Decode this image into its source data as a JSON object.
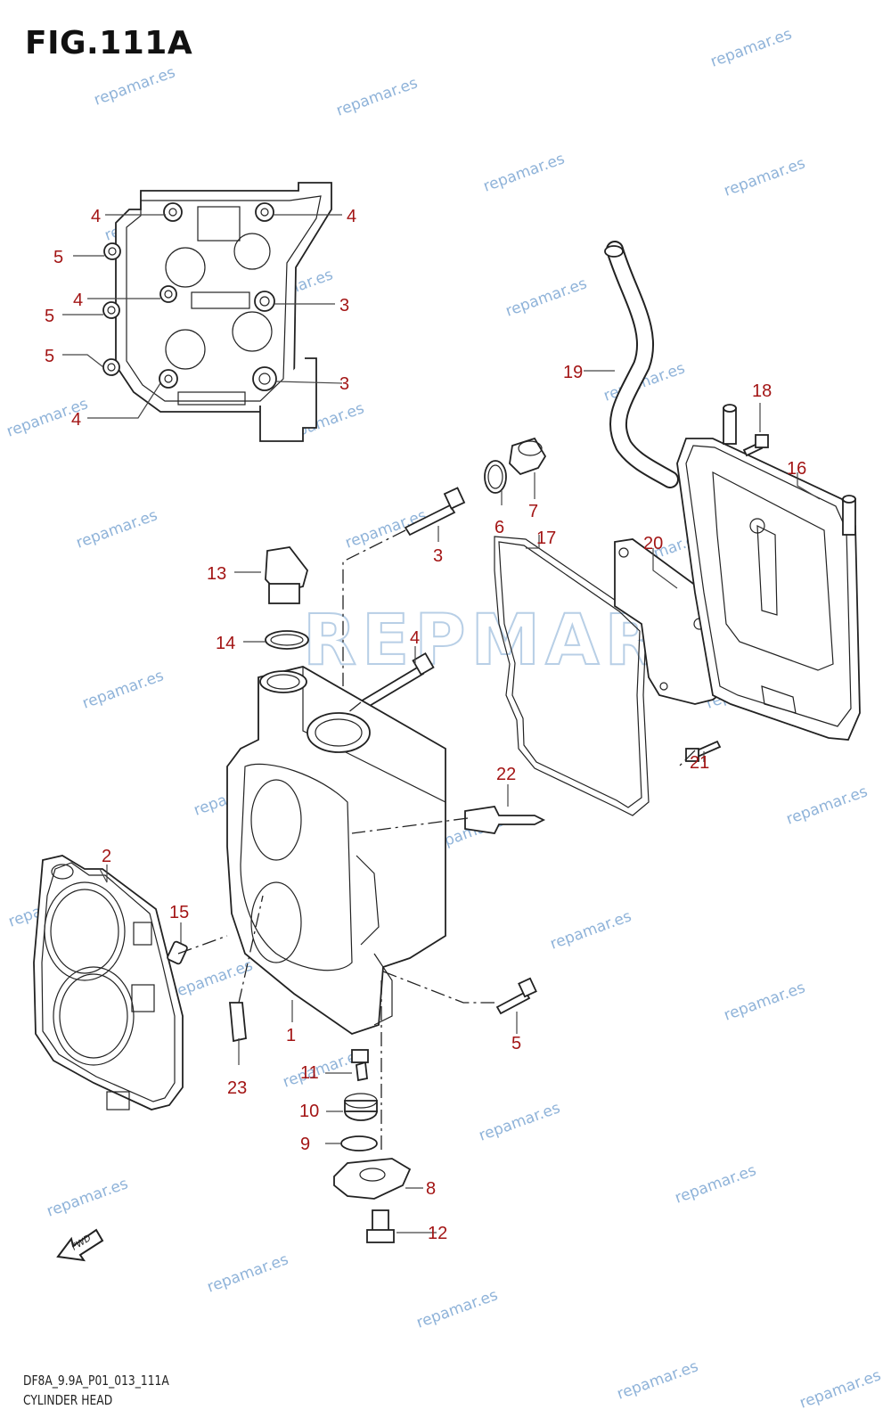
{
  "figure": {
    "title": "FIG.111A"
  },
  "footer": {
    "code": "DF8A_9.9A_P01_013_111A",
    "name": "CYLINDER HEAD"
  },
  "watermark": {
    "text": "repamar.es",
    "logo": "REPMAR"
  },
  "direction_badge": "FWD",
  "callouts": {
    "c1": "1",
    "c2": "2",
    "c3a": "3",
    "c3b": "3",
    "c3c": "3",
    "c4a": "4",
    "c4b": "4",
    "c4c": "4",
    "c4d": "4",
    "c4e": "4",
    "c5a": "5",
    "c5b": "5",
    "c5c": "5",
    "c5d": "5",
    "c6": "6",
    "c7": "7",
    "c8": "8",
    "c9": "9",
    "c10": "10",
    "c11": "11",
    "c12": "12",
    "c13": "13",
    "c14": "14",
    "c15": "15",
    "c16": "16",
    "c17": "17",
    "c18": "18",
    "c19": "19",
    "c20": "20",
    "c21": "21",
    "c22": "22",
    "c23": "23"
  },
  "colors": {
    "callout": "#a31515",
    "watermark": "#8fb3d9",
    "line": "#222222"
  }
}
